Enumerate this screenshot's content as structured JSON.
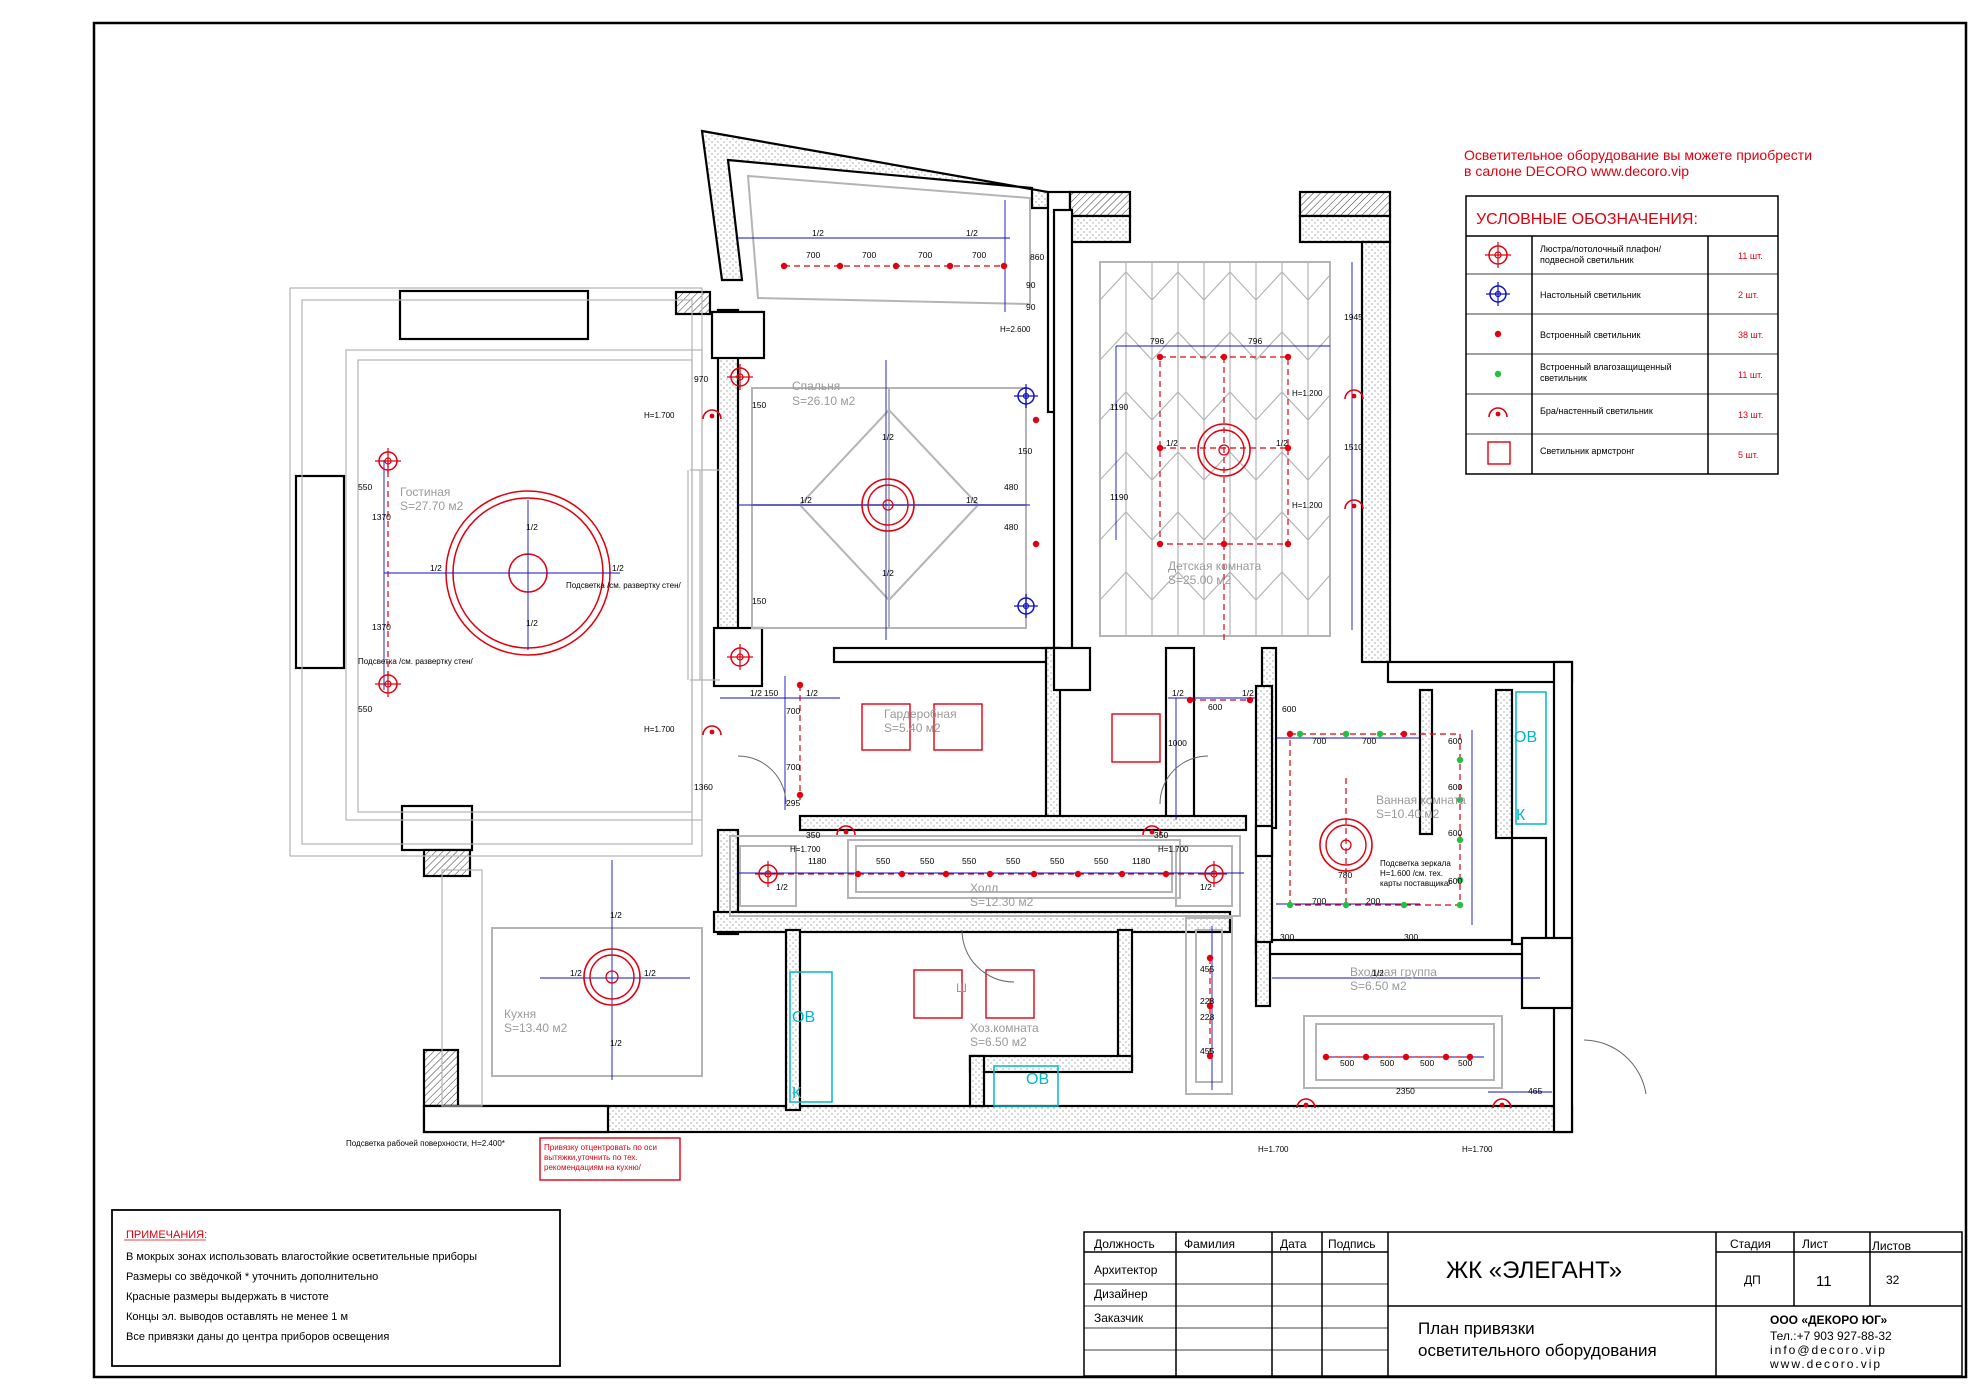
{
  "notice": {
    "line1": "Осветительное оборудование  вы можете приобрести",
    "line2": "в салоне DECORO www.decoro.vip"
  },
  "legend": {
    "title": "УСЛОВНЫЕ ОБОЗНАЧЕНИЯ:",
    "rows": [
      {
        "label1": "Люстра/потолочный плафон/",
        "label2": "подвесной светильник",
        "count": "11 шт."
      },
      {
        "label1": "Настольный светильник",
        "label2": "",
        "count": "2 шт."
      },
      {
        "label1": "Встроенный светильник",
        "label2": "",
        "count": "38 шт."
      },
      {
        "label1": "Встроенный влагозащищенный",
        "label2": "светильник",
        "count": "11 шт."
      },
      {
        "label1": "Бра/настенный светильник",
        "label2": "",
        "count": "13 шт."
      },
      {
        "label1": "Светильник армстронг",
        "label2": "",
        "count": "5 шт."
      }
    ]
  },
  "rooms": {
    "bedroom": {
      "name": "Спальня",
      "area": "S=26.10 м2"
    },
    "living": {
      "name": "Гостиная",
      "area": "S=27.70 м2"
    },
    "kids": {
      "name": "Детская комната",
      "area": "S=25.00 м2"
    },
    "wardrobe": {
      "name": "Гардеробная",
      "area": "S=5.40 м2"
    },
    "bath": {
      "name": "Ванная комната",
      "area": "S=10.40 м2"
    },
    "hall": {
      "name": "Холл",
      "area": "S=12.30 м2"
    },
    "entry": {
      "name": "Входная группа",
      "area": "S=6.50 м2"
    },
    "kitchen": {
      "name": "Кухня",
      "area": "S=13.40 м2"
    },
    "utility": {
      "name": "Хоз.комната",
      "area": "S=6.50 м2"
    }
  },
  "annotations": {
    "h1700": "H=1.700",
    "h1200": "H=1.200",
    "h2600": "H=2.600",
    "backlight_wall": "Подсветка  /см. развертку стен/",
    "backlight_wall2": "Подсветка  /см. развертку стен/",
    "worksurface": "Подсветка рабочей поверхности, H=2.400*",
    "mirror1": "Подсветка зеркала",
    "mirror2": "H=1.600 /см. тех.",
    "mirror3": "карты поставщика/",
    "kitchen_note1": "Привязку отцентровать по оси",
    "kitchen_note2": "вытяжки,уточнить по тех.",
    "kitchen_note3": "рекомендациям на кухню/",
    "ov": "ОВ",
    "k": "К",
    "sh": "Ш"
  },
  "dims": {
    "half": "1/2",
    "d700": "700",
    "d550": "550",
    "d500": "500",
    "d600": "600",
    "d796": "796",
    "d150": "150",
    "d480": "480",
    "d860": "860",
    "d90": "90",
    "d970": "970",
    "d1370": "1370",
    "d1360": "1360",
    "d1190": "1190",
    "d1945": "1945",
    "d1510": "1510",
    "d1000": "1000",
    "d350": "350",
    "d1180": "1180",
    "d295": "295",
    "d300": "300",
    "d465": "465",
    "d2350": "2350",
    "d455": "455",
    "d228": "228",
    "d780": "780",
    "d200": "200"
  },
  "notes": {
    "title": "ПРИМЕЧАНИЯ:",
    "items": [
      "В мокрых зонах использовать влагостойкие осветительные приборы",
      "Размеры со звёдочкой * уточнить дополнительно",
      "Красные размеры выдержать в чистоте",
      "Концы эл. выводов оставлять не менее 1 м",
      "Все привязки даны до центра приборов освещения"
    ]
  },
  "titleblock": {
    "col_position": "Должность",
    "col_name": "Фамилия",
    "col_date": "Дата",
    "col_sign": "Подпись",
    "role1": "Архитектор",
    "role2": "Дизайнер",
    "role3": "Заказчик",
    "project": "ЖК «ЭЛЕГАНТ»",
    "sheet_title1": "План привязки",
    "sheet_title2": "осветительного оборудования",
    "stage_label": "Стадия",
    "sheet_label": "Лист",
    "sheets_label": "Листов",
    "stage": "ДП",
    "sheet": "11",
    "sheets": "32",
    "company": "ООО «ДЕКОРО ЮГ»",
    "phone": "Тел.:+7 903 927-88-32",
    "email": "info@decoro.vip",
    "site": "www.decoro.vip"
  },
  "colors": {
    "red": "#e0000f",
    "blue": "#1010c8",
    "green": "#22c040",
    "cyan": "#00b8c8",
    "grey": "#b4b4b4"
  }
}
